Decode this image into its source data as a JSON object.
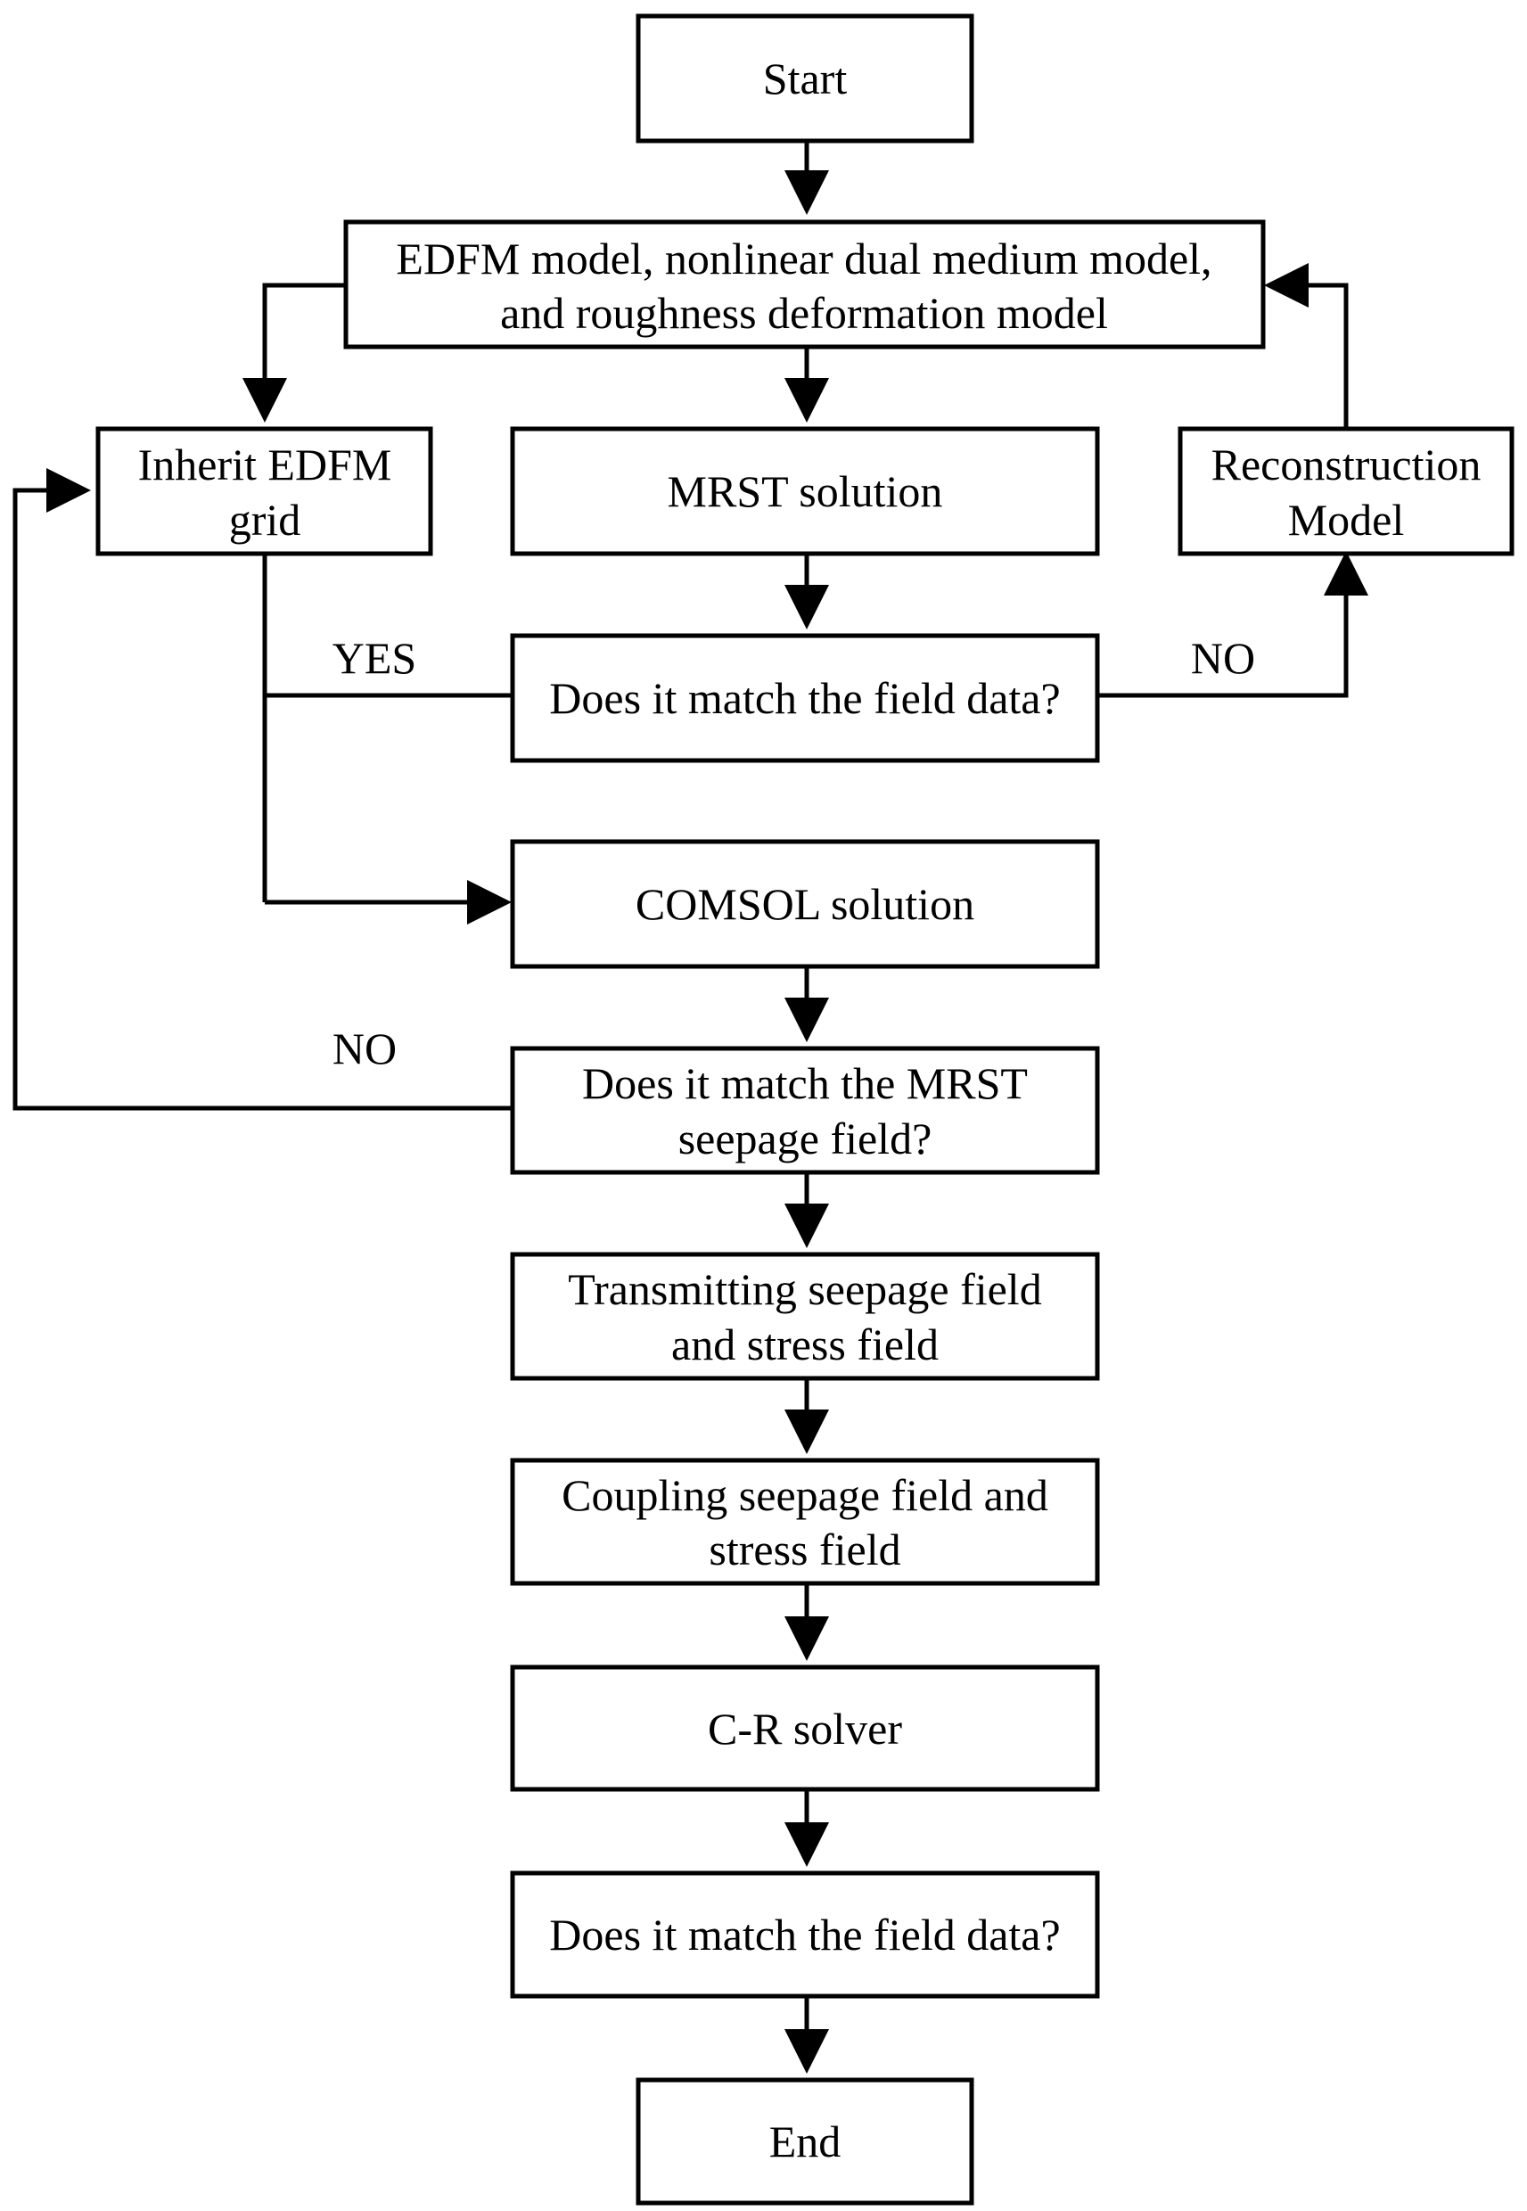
{
  "nodes": {
    "start": {
      "lines": [
        "Start"
      ]
    },
    "models": {
      "lines": [
        "EDFM model, nonlinear dual medium model,",
        "and roughness deformation model"
      ]
    },
    "inherit": {
      "lines": [
        "Inherit EDFM",
        "grid"
      ]
    },
    "mrst": {
      "lines": [
        "MRST solution"
      ]
    },
    "reconstruction": {
      "lines": [
        "Reconstruction",
        "Model"
      ]
    },
    "match1": {
      "lines": [
        "Does it match the field data?"
      ]
    },
    "comsol": {
      "lines": [
        "COMSOL solution"
      ]
    },
    "match_mrst": {
      "lines": [
        "Does it match the MRST",
        "seepage field?"
      ]
    },
    "transmitting": {
      "lines": [
        "Transmitting seepage field",
        "and stress field"
      ]
    },
    "coupling": {
      "lines": [
        "Coupling seepage field and",
        "stress field"
      ]
    },
    "cr_solver": {
      "lines": [
        "C-R solver"
      ]
    },
    "match2": {
      "lines": [
        "Does it match the field data?"
      ]
    },
    "end": {
      "lines": [
        "End"
      ]
    }
  },
  "edge_labels": {
    "yes": "YES",
    "no_right": "NO",
    "no_left": "NO"
  }
}
